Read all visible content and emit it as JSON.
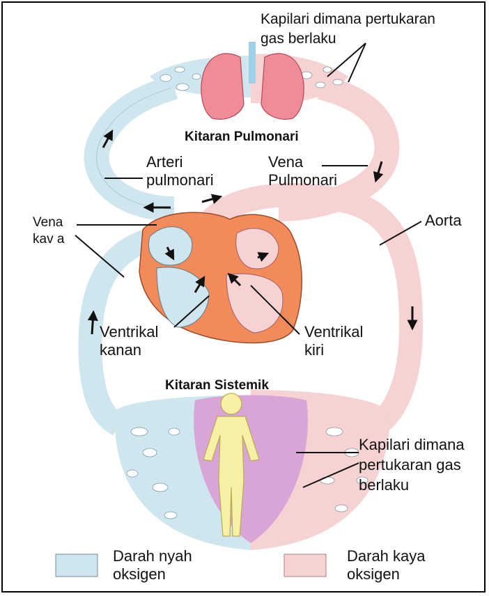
{
  "title_pulmonary": "Kitaran Pulmonari",
  "title_systemic": "Kitaran Sistemik",
  "labels": {
    "capillary_top": "Kapilari dimana pertukaran\ngas berlaku",
    "pulmonary_artery": "Arteri\npulmonari",
    "pulmonary_vein": "Vena\nPulmonari",
    "vena_cava": "Vena\nkav a",
    "aorta": "Aorta",
    "right_ventricle": "Ventrikal\nkanan",
    "left_ventricle": "Ventrikal\nkiri",
    "capillary_bottom": "Kapilari dimana\npertukaran gas\nberlaku"
  },
  "legend": {
    "deoxygenated": "Darah nyah\noksigen",
    "oxygenated": "Darah kaya\noksigen"
  },
  "colors": {
    "deoxygenated": "#cfe6ef",
    "oxygenated": "#f6d2d2",
    "heart": "#f28a5a",
    "lungs": "#ef8c97",
    "tissue": "#d9a5d6",
    "body": "#f7f1a8"
  }
}
